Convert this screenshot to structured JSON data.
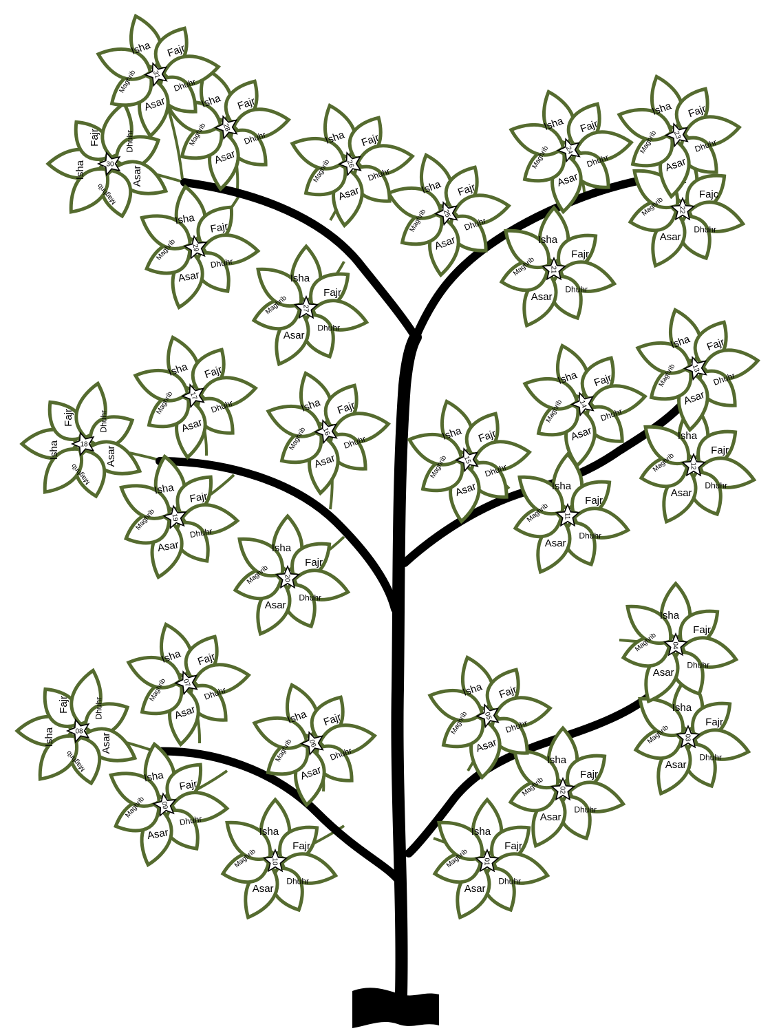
{
  "colors": {
    "petal_outline": "#556b2f",
    "branch": "#000000",
    "background": "#ffffff"
  },
  "prayers": [
    "Fajr",
    "Dhuhr",
    "Asar",
    "Maghrib",
    "Isha"
  ],
  "flowers": [
    {
      "day": "01",
      "labels": [
        "Fajr",
        "Dhuhr",
        "Asar",
        "Maghrib",
        "Isha"
      ]
    },
    {
      "day": "02",
      "labels": [
        "Fajr",
        "Dhuhr",
        "Asar",
        "Maghrib",
        "Isha"
      ]
    },
    {
      "day": "03",
      "labels": [
        "Fajr",
        "Dhuhr",
        "Asar",
        "Maghrib",
        "Isha"
      ]
    },
    {
      "day": "04",
      "labels": [
        "Fajr",
        "Dhuhr",
        "Asar",
        "Maghrib",
        "Isha"
      ]
    },
    {
      "day": "05",
      "labels": [
        "Fajr",
        "Dhuhr",
        "Asar",
        "Maghrib",
        "Isha"
      ]
    },
    {
      "day": "06",
      "labels": [
        "Fajr",
        "Dhuhr",
        "Asar",
        "Maghrib",
        "Isha"
      ]
    },
    {
      "day": "07",
      "labels": [
        "Fajr",
        "Dhuhr",
        "Asar",
        "Maghrib",
        "Isha"
      ]
    },
    {
      "day": "08",
      "labels": [
        "Fajr",
        "Dhuhr",
        "Asar",
        "Maghrib",
        "Isha"
      ]
    },
    {
      "day": "09",
      "labels": [
        "Fajr",
        "Dhuhr",
        "Asar",
        "Maghrib",
        "Isha"
      ]
    },
    {
      "day": "10",
      "labels": [
        "Fajr",
        "Dhuhr",
        "Asar",
        "Maghrib",
        "Isha"
      ]
    },
    {
      "day": "11",
      "labels": [
        "Fajr",
        "Dhuhr",
        "Asar",
        "Maghrib",
        "Isha"
      ]
    },
    {
      "day": "12",
      "labels": [
        "Fajr",
        "Dhuhr",
        "Asar",
        "Maghrib",
        "Isha"
      ]
    },
    {
      "day": "13",
      "labels": [
        "Fajr",
        "Dhuhr",
        "Asar",
        "Maghrib",
        "Isha"
      ]
    },
    {
      "day": "14",
      "labels": [
        "Fajr",
        "Dhuhr",
        "Asar",
        "Maghrib",
        "Isha"
      ]
    },
    {
      "day": "15",
      "labels": [
        "Fajr",
        "Dhuhr",
        "Asar",
        "Maghrib",
        "Isha"
      ]
    },
    {
      "day": "16",
      "labels": [
        "Fajr",
        "Dhuhr",
        "Asar",
        "Maghrib",
        "Isha"
      ]
    },
    {
      "day": "17",
      "labels": [
        "Fajr",
        "Dhuhr",
        "Asar",
        "Maghrib",
        "Isha"
      ]
    },
    {
      "day": "18",
      "labels": [
        "Fajr",
        "Dhuhr",
        "Asar",
        "Maghrib",
        "Isha"
      ]
    },
    {
      "day": "19",
      "labels": [
        "Fajr",
        "Dhuhr",
        "Asar",
        "Maghrib",
        "Isha"
      ]
    },
    {
      "day": "20",
      "labels": [
        "Fajr",
        "Dhuhr",
        "Asar",
        "Maghrib",
        "Isha"
      ]
    },
    {
      "day": "21",
      "labels": [
        "Fajr",
        "Dhuhr",
        "Asar",
        "Maghrib",
        "Isha"
      ]
    },
    {
      "day": "22",
      "labels": [
        "Fajc",
        "Dhuhr",
        "Asar",
        "Maghrib",
        "Isha"
      ]
    },
    {
      "day": "23",
      "labels": [
        "Fajr",
        "Dhuhr",
        "Asar",
        "Maghrib",
        "Isha"
      ]
    },
    {
      "day": "24",
      "labels": [
        "Fajr",
        "Dhuhr",
        "Asar",
        "Maghrib",
        "Isha"
      ]
    },
    {
      "day": "25",
      "labels": [
        "Fajr",
        "Dhuhr",
        "Asar",
        "Maghrib",
        "Isha"
      ]
    },
    {
      "day": "26",
      "labels": [
        "Fajr",
        "Dhuhr",
        "Asar",
        "Maghrib",
        "Isha"
      ]
    },
    {
      "day": "27",
      "labels": [
        "Fajr",
        "Dhuhr",
        "Asar",
        "Maghrib",
        "Isha"
      ]
    },
    {
      "day": "28",
      "labels": [
        "Fajr",
        "Dhuhr",
        "Asar",
        "Maghrib",
        "Isha"
      ]
    },
    {
      "day": "29",
      "labels": [
        "Fajr",
        "Dhuhr",
        "Asar",
        "Maghrib",
        "Isha"
      ]
    },
    {
      "day": "30",
      "labels": [
        "Fajr",
        "Dhuhr",
        "Asar",
        "Maghrib",
        "Isha"
      ]
    },
    {
      "day": "31",
      "labels": [
        "Fajr",
        "Dhuhr",
        "Asar",
        "Maghrib",
        "Isha"
      ]
    }
  ]
}
